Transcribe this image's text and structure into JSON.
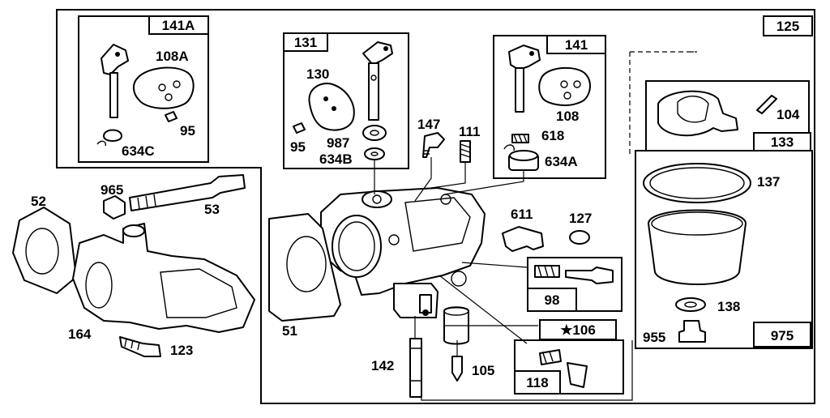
{
  "diagram": {
    "kit_boxes": {
      "box_141A": "141A",
      "box_131": "131",
      "box_141": "141",
      "box_125": "125",
      "box_133": "133",
      "box_975": "975",
      "box_98": "98",
      "box_106": "★106",
      "box_118": "118"
    },
    "part_labels": {
      "p108A": "108A",
      "p95_left": "95",
      "p634C": "634C",
      "p130": "130",
      "p95_mid": "95",
      "p987": "987",
      "p634B": "634B",
      "p108": "108",
      "p618": "618",
      "p634A": "634A",
      "p104": "104",
      "p137": "137",
      "p138": "138",
      "p955": "955",
      "p147": "147",
      "p111": "111",
      "p611": "611",
      "p127": "127",
      "p52": "52",
      "p965": "965",
      "p53": "53",
      "p164": "164",
      "p123": "123",
      "p51": "51",
      "p142": "142",
      "p105": "105"
    }
  }
}
